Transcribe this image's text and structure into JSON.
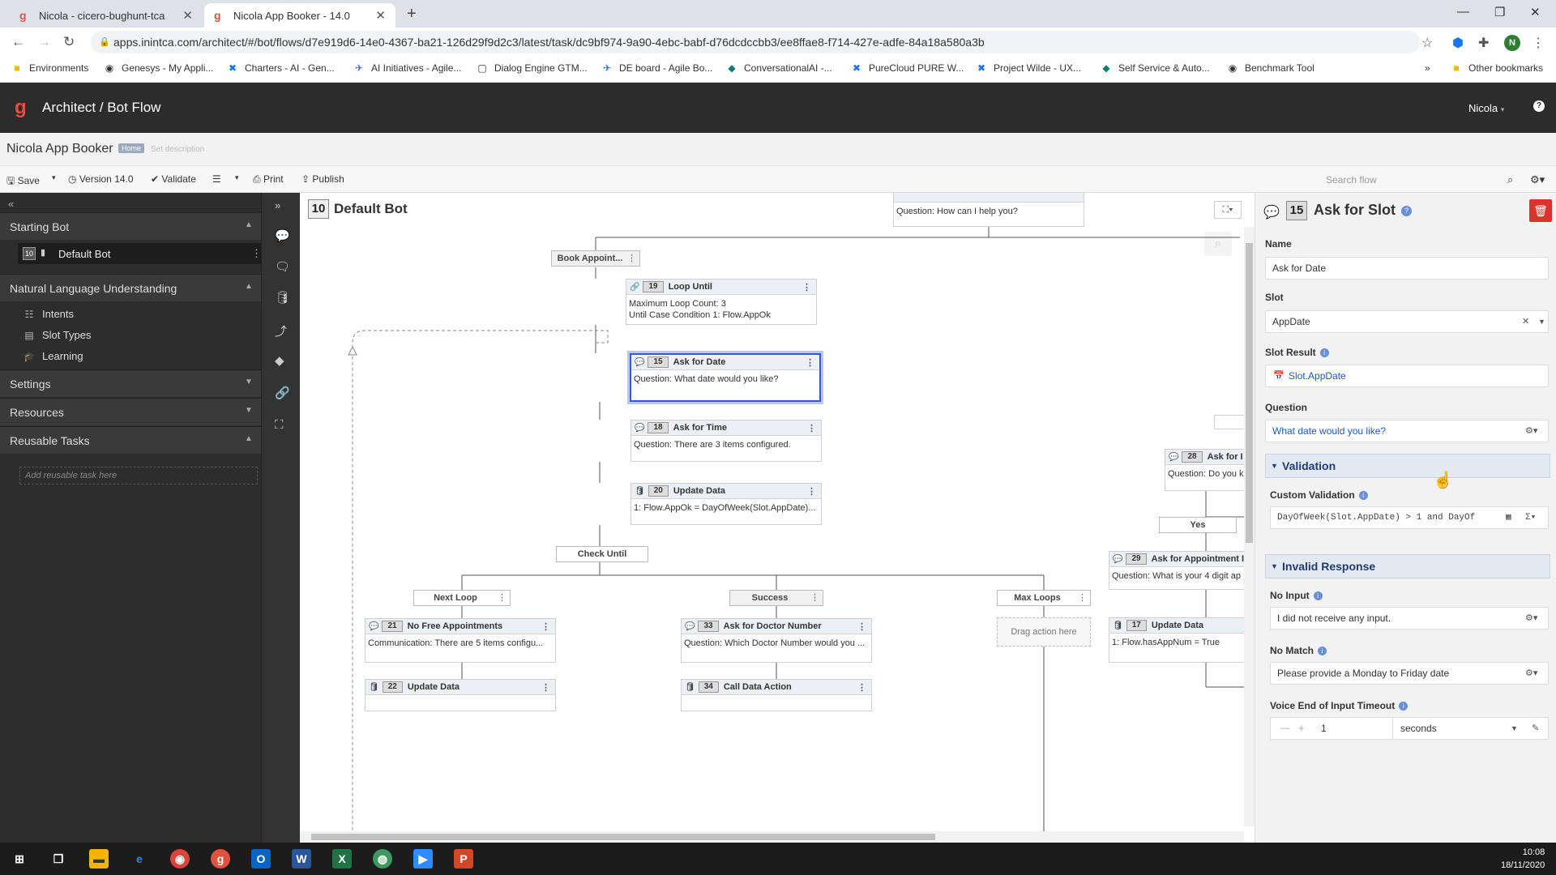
{
  "browser": {
    "tabs": [
      {
        "title": "Nicola - cicero-bughunt-tca"
      },
      {
        "title": "Nicola App Booker - 14.0"
      }
    ],
    "new_tab": "+",
    "url": "apps.inintca.com/architect/#/bot/flows/d7e919d6-14e0-4367-ba21-126d29f9d2c3/latest/task/dc9bf974-9a90-4ebc-babf-d76dcdccbb3/ee8ffae8-f714-427e-adfe-84a18a580a3b",
    "profile_initial": "N",
    "bookmarks": [
      "Environments",
      "Genesys - My Appli...",
      "Charters - AI - Gen...",
      "AI Initiatives - Agile...",
      "Dialog Engine GTM...",
      "DE board - Agile Bo...",
      "ConversationalAI -...",
      "PureCloud PURE W...",
      "Project Wilde - UX...",
      "Self Service & Auto...",
      "Benchmark Tool"
    ],
    "bookmarks_more": "»",
    "other_bookmarks": "Other bookmarks"
  },
  "app": {
    "crumb": "Architect  /  Bot Flow",
    "user": "Nicola",
    "flow_name": "Nicola App Booker",
    "home_badge": "Home",
    "set_description": "Set description",
    "toolbar": {
      "save": "Save",
      "version": "Version 14.0",
      "validate": "Validate",
      "print": "Print",
      "publish": "Publish",
      "search_placeholder": "Search flow"
    }
  },
  "sidebar": {
    "starting_bot": "Starting Bot",
    "default_bot_num": "10",
    "default_bot": "Default Bot",
    "nlu": "Natural Language Understanding",
    "intents": "Intents",
    "slot_types": "Slot Types",
    "learning": "Learning",
    "settings": "Settings",
    "resources": "Resources",
    "reusable_tasks": "Reusable Tasks",
    "add_task": "Add reusable task here"
  },
  "canvas": {
    "num": "10",
    "title": "Default Bot",
    "top_question": "Question: How can I help you?",
    "book_appoint": "Book Appoint...",
    "loop": {
      "num": "19",
      "title": "Loop Until",
      "line1": "Maximum Loop Count: 3",
      "line2": "Until Case Condition 1: Flow.AppOk"
    },
    "ask_date": {
      "num": "15",
      "title": "Ask for Date",
      "body": "Question: What date would you like?"
    },
    "ask_time": {
      "num": "18",
      "title": "Ask for Time",
      "body": "Question: There are 3 items configured."
    },
    "update1": {
      "num": "20",
      "title": "Update Data",
      "body": "1: Flow.AppOk = DayOfWeek(Slot.AppDate)..."
    },
    "check_until": "Check Until",
    "next_loop": "Next Loop",
    "success": "Success",
    "max_loops": "Max Loops",
    "no_free": {
      "num": "21",
      "title": "No Free Appointments",
      "body": "Communication: There are 5 items configu..."
    },
    "ask_doctor": {
      "num": "33",
      "title": "Ask for Doctor Number",
      "body": "Question: Which Doctor Number would you ..."
    },
    "drag_here": "Drag action here",
    "ask28": {
      "num": "28",
      "title": "Ask for I",
      "body": "Question: Do you k"
    },
    "yes": "Yes",
    "ask29": {
      "num": "29",
      "title": "Ask for Appointment I",
      "body": "Question: What is your 4 digit ap"
    },
    "update17": {
      "num": "17",
      "title": "Update Data",
      "body": "1: Flow.hasAppNum = True"
    },
    "bottom1": {
      "num": "22",
      "title": "Update Data"
    },
    "bottom2": {
      "num": "34",
      "title": "Call Data Action"
    }
  },
  "panel": {
    "num": "15",
    "title": "Ask for Slot",
    "name_label": "Name",
    "name_value": "Ask for Date",
    "slot_label": "Slot",
    "slot_value": "AppDate",
    "slot_result_label": "Slot Result",
    "slot_result_value": "Slot.AppDate",
    "question_label": "Question",
    "question_value": "What date would you like?",
    "validation_section": "Validation",
    "custom_validation_label": "Custom Validation",
    "custom_validation_value": "DayOfWeek(Slot.AppDate) > 1 and DayOf",
    "invalid_section": "Invalid Response",
    "no_input_label": "No Input",
    "no_input_value": "I did not receive any input.",
    "no_match_label": "No Match",
    "no_match_value": "Please provide a Monday to Friday date",
    "timeout_label": "Voice End of Input Timeout",
    "timeout_value": "1",
    "timeout_unit": "seconds"
  },
  "taskbar": {
    "time": "10:08",
    "date": "18/11/2020"
  },
  "colors": {
    "accent": "#3358d9",
    "header": "#2c2c2c",
    "sidebar": "#2d2d2d",
    "delete": "#d9352b",
    "genesys_orange": "#e0523e"
  }
}
